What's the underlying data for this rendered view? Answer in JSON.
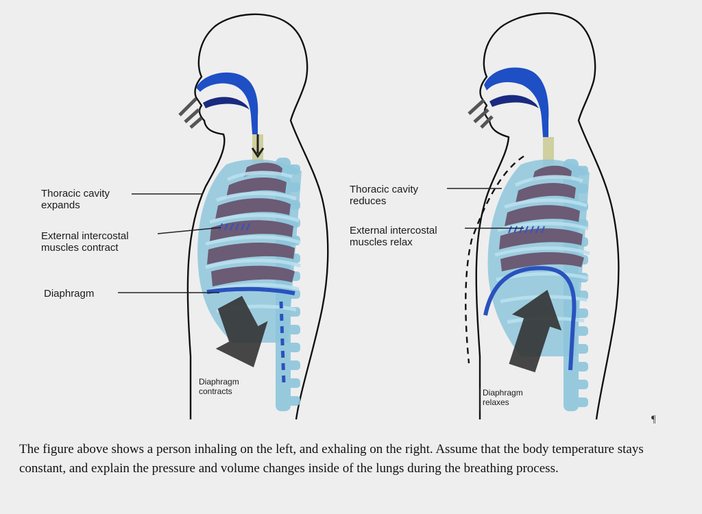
{
  "figure": {
    "inhale": {
      "thoracic_cavity_line1": "Thoracic cavity",
      "thoracic_cavity_line2": "expands",
      "intercostal_line1": "External intercostal",
      "intercostal_line2": "muscles  contract",
      "diaphragm_label": "Diaphragm",
      "diaphragm_action_line1": "Diaphragm",
      "diaphragm_action_line2": "contracts"
    },
    "exhale": {
      "thoracic_cavity_line1": "Thoracic cavity",
      "thoracic_cavity_line2": "reduces",
      "intercostal_line1": "External intercostal",
      "intercostal_line2": "muscles  relax",
      "diaphragm_action_line1": "Diaphragm",
      "diaphragm_action_line2": "relaxes"
    },
    "colors": {
      "outline": "#111111",
      "ribs": "#8ec6dc",
      "lungs": "#6b5b75",
      "airway": "#1e4fc4",
      "diaphragm": "#2a52be",
      "arrow": "#333333"
    }
  },
  "question": {
    "text": "The figure above shows a person inhaling on the left, and exhaling on the right. Assume that the body temperature stays constant, and explain the pressure and volume changes inside of the lungs during the breathing process."
  },
  "pilcrow": "¶"
}
